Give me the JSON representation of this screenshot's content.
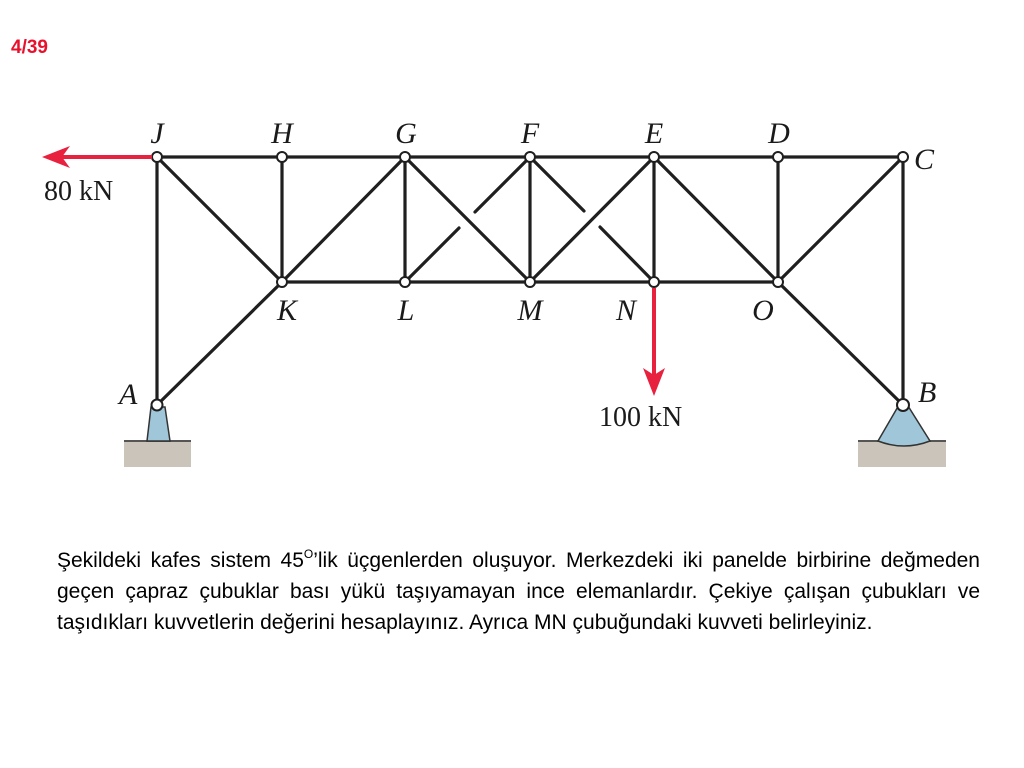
{
  "page": {
    "number": "4/39",
    "number_color": "#e8112d"
  },
  "diagram": {
    "nodes": {
      "J": "J",
      "H": "H",
      "G": "G",
      "F": "F",
      "E": "E",
      "D": "D",
      "C": "C",
      "K": "K",
      "L": "L",
      "M": "M",
      "N": "N",
      "O": "O",
      "A": "A",
      "B": "B"
    },
    "loads": {
      "horizontal": {
        "label": "80 kN",
        "node": "J",
        "direction": "left"
      },
      "vertical": {
        "label": "100 kN",
        "node": "N",
        "direction": "down"
      }
    },
    "colors": {
      "member": "#1f1f1f",
      "load_arrow": "#e8213f",
      "support_fill": "#9fc7d9",
      "ground_fill": "#cbc4ba"
    }
  },
  "problem": {
    "text_before_superscript": "Şekildeki kafes sistem 45",
    "superscript": "O",
    "text_after_superscript": "’lik üçgenlerden oluşuyor. Merkezdeki iki panelde birbirine değmeden geçen çapraz çubuklar bası yükü taşıyamayan ince elemanlardır. Çekiye çalışan çubukları ve taşıdıkları kuvvetlerin değerini hesaplayınız.  Ayrıca MN çubuğundaki kuvveti belirleyiniz."
  }
}
